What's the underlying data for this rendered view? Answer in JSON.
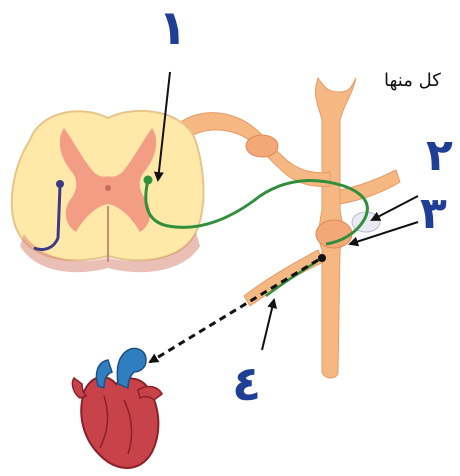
{
  "caption": "كل منها",
  "labels": {
    "one": "١",
    "two": "٢",
    "three": "٣",
    "four": "٤"
  },
  "colors": {
    "label": "#1f3f96",
    "cord_white": "#ffe8a8",
    "cord_gray": "#f08a7a",
    "nerve": "#f6b882",
    "neuron": "#2f8f3a",
    "sensory_neuron": "#3a3a86",
    "arrow": "#111111",
    "heart": "#c8424a",
    "vessels": "#2f7fc0"
  },
  "icons": {
    "arrow": "arrow-icon",
    "neuron_soma": "neuron-body-icon"
  }
}
